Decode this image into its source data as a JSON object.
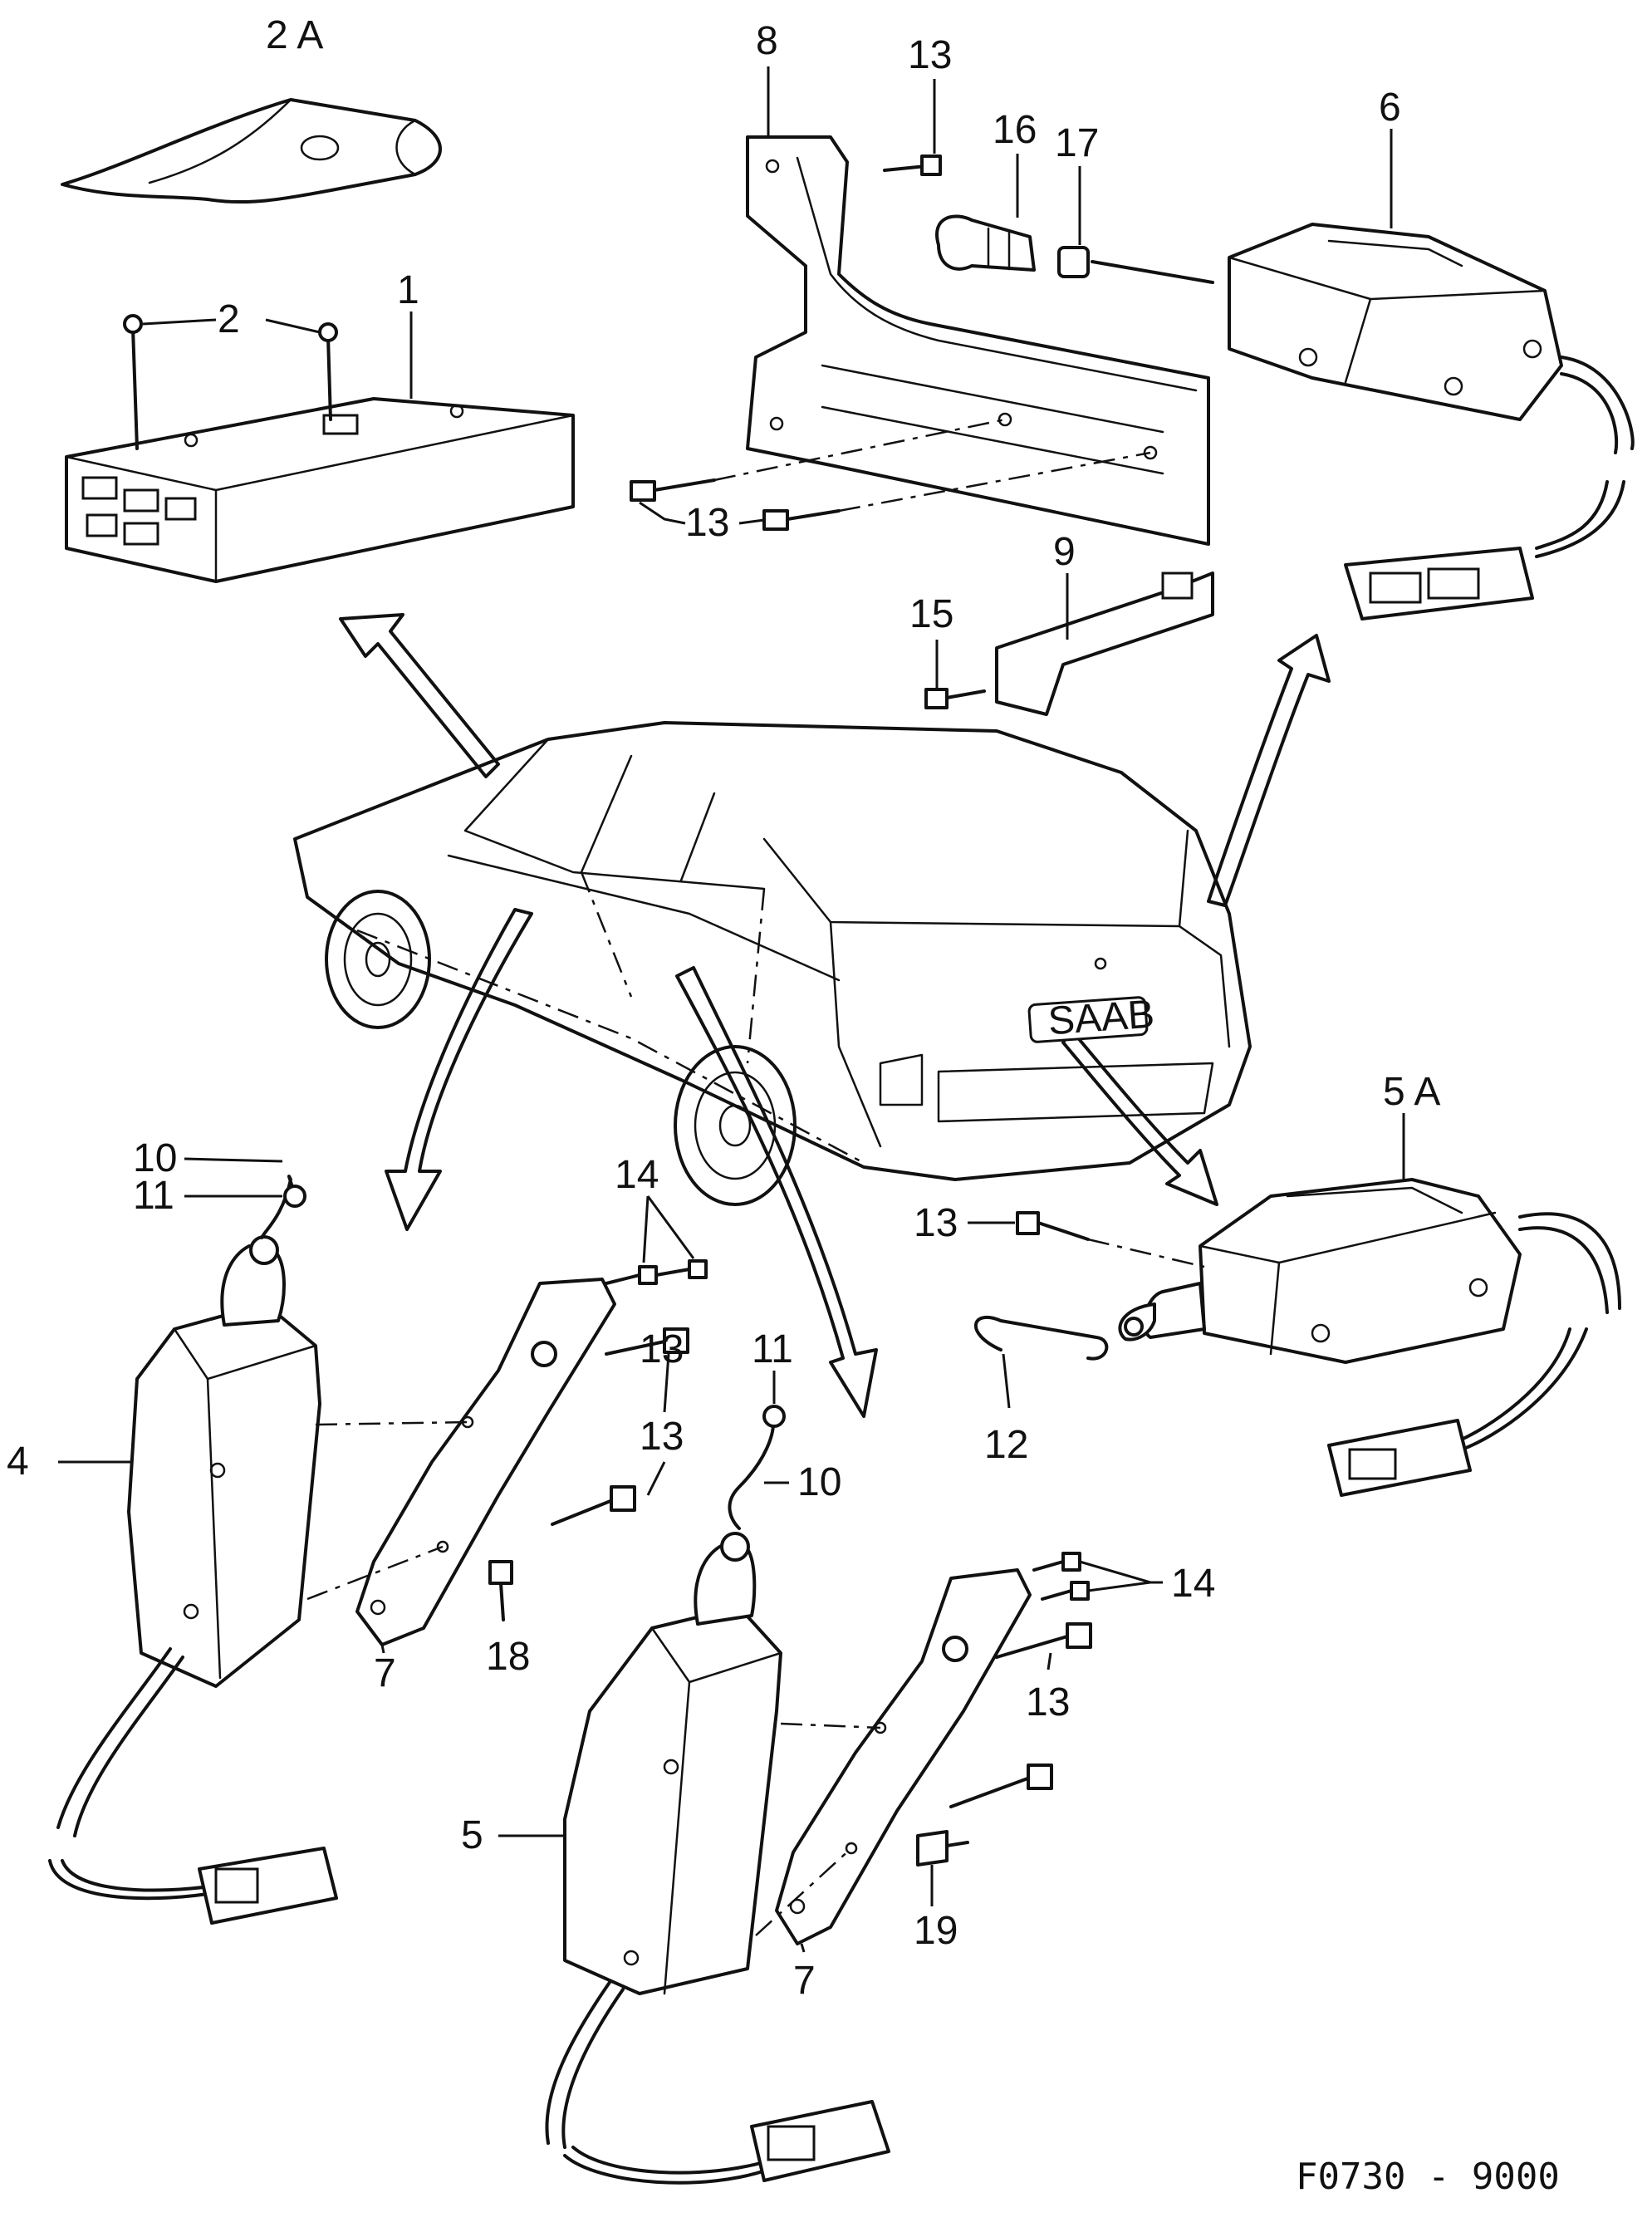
{
  "diagram": {
    "callouts": {
      "c2a": "2 A",
      "c1": "1",
      "c2": "2",
      "c8": "8",
      "c13_top": "13",
      "c16": "16",
      "c17": "17",
      "c6": "6",
      "c13_bracket": "13",
      "c9": "9",
      "c15": "15",
      "c11_left": "11",
      "c10_left": "10",
      "c14_mid": "14",
      "c4": "4",
      "c13_plate_a": "13",
      "c13_plate_b": "13",
      "c18": "18",
      "c7_left": "7",
      "c11_mid": "11",
      "c10_mid": "10",
      "c5a": "5 A",
      "c13_5a": "13",
      "c12": "12",
      "c14_right": "14",
      "c13_plate2": "13",
      "c5": "5",
      "c19": "19",
      "c7_right": "7"
    },
    "reference_code": "F0730 - 9000",
    "car_badge": "SAAB"
  }
}
